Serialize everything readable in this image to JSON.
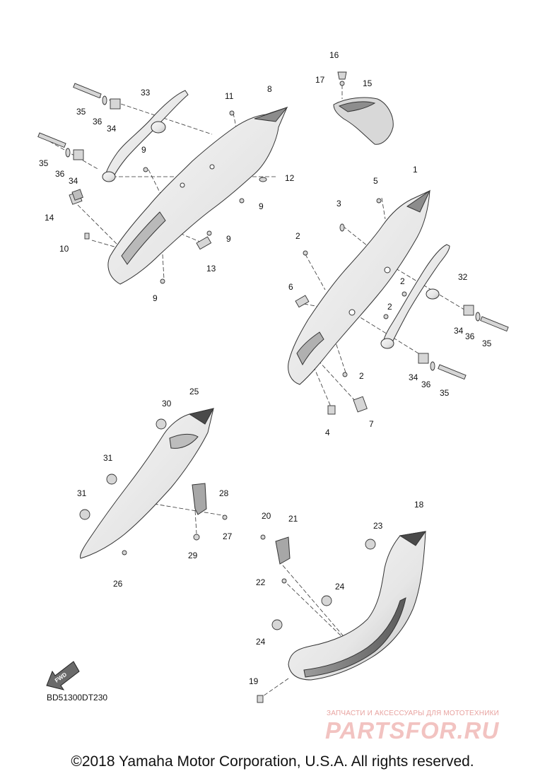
{
  "diagram": {
    "code": "BD51300DT230",
    "direction_badge": "FWD",
    "copyright": "©2018 Yamaha Motor Corporation, U.S.A. All rights reserved.",
    "watermark": {
      "subtitle": "ЗАПЧАСТИ И АКСЕССУАРЫ ДЛЯ МОТОТЕХНИКИ",
      "logo": "PARTSFOR.RU"
    },
    "colors": {
      "line": "#333333",
      "part_fill": "#ececec",
      "shade": "#9a9a9a",
      "dark": "#4a4a4a",
      "watermark": "#e8a3a0"
    },
    "part_numbers": [
      "16",
      "17",
      "15",
      "33",
      "11",
      "8",
      "35",
      "36",
      "34",
      "35",
      "36",
      "34",
      "9",
      "12",
      "9",
      "14",
      "9",
      "10",
      "13",
      "9",
      "1",
      "5",
      "3",
      "2",
      "32",
      "2",
      "6",
      "2",
      "34",
      "36",
      "35",
      "2",
      "34",
      "36",
      "35",
      "4",
      "7",
      "25",
      "30",
      "31",
      "28",
      "31",
      "27",
      "29",
      "26",
      "20",
      "21",
      "18",
      "23",
      "22",
      "24",
      "24",
      "19"
    ]
  }
}
